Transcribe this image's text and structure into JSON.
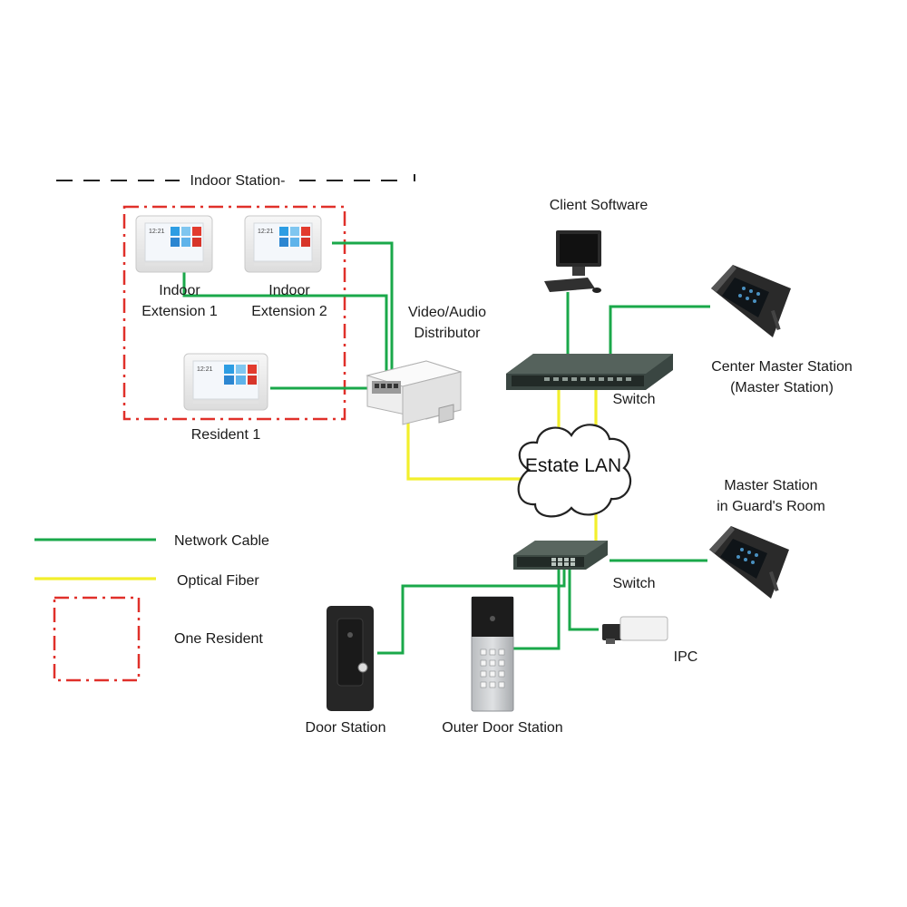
{
  "labels": {
    "indoor_station_group": "Indoor Station-",
    "indoor_extension_1": [
      "Indoor",
      "Extension 1"
    ],
    "indoor_extension_2": [
      "Indoor",
      "Extension 2"
    ],
    "resident_1": "Resident 1",
    "video_audio_distributor": [
      "Video/Audio",
      "Distributor"
    ],
    "client_software": "Client Software",
    "switch_top": "Switch",
    "center_master_station": [
      "Center Master Station",
      "(Master Station)"
    ],
    "estate_lan": "Estate LAN",
    "master_station_guard": [
      "Master Station",
      "in Guard's Room"
    ],
    "switch_bottom": "Switch",
    "ipc": "IPC",
    "door_station": "Door Station",
    "outer_door_station": "Outer Door Station"
  },
  "legend": {
    "network_cable": "Network Cable",
    "optical_fiber": "Optical Fiber",
    "one_resident": "One Resident"
  },
  "indoor_screen_time": "12:21",
  "colors": {
    "network_cable": "#1aa84a",
    "optical_fiber": "#f2ef2c",
    "resident_boundary": "#e0302a",
    "group_dash": "#222222"
  }
}
